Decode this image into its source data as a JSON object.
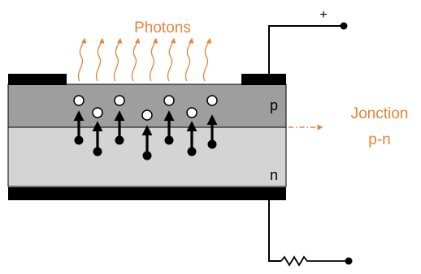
{
  "labels": {
    "photons": "Photons",
    "plus": "+",
    "p_region": "p",
    "n_region": "n",
    "junction_line1": "Jonction",
    "junction_line2": "p-n"
  },
  "colors": {
    "accent": "#E8833A",
    "p_layer": "#9E9E9E",
    "n_layer": "#D4D4D4",
    "contact": "#000000",
    "wire": "#000000",
    "background": "#FFFFFF"
  },
  "counts": {
    "photons": 8,
    "hole_electron_pairs": 7
  }
}
